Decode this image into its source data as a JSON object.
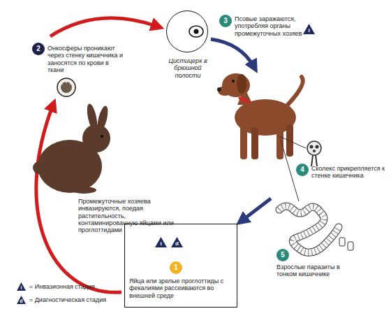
{
  "diagram": {
    "nodes": [
      {
        "text": [
          "Цистицерк в брюшной полости"
        ]
      },
      {
        "text": [
          "Яйца или зрелые проглоттиды с фекалиями рассеиваются во внешней среде"
        ]
      }
    ],
    "labels": [
      "2",
      "Онкосферы проникают через стенку кишечника и заносятся по крови в ткани",
      "3",
      "Псовые заражаются, употребляя органы промежуточных хозяев",
      "i",
      "4",
      "Сколекс прикрепляется к стенке кишечника",
      "5",
      "Взрослые паразиты в тонком кишечнике",
      "Промежуточные хозяева инвазируются, поедая растительность, контаминированную яйцами или проглоттидами",
      "i",
      "d",
      "1",
      "i",
      "d"
    ],
    "legend": [
      {
        "text": "= Инвазионная стадия"
      },
      {
        "text": "= Диагностическая стадия"
      }
    ]
  }
}
